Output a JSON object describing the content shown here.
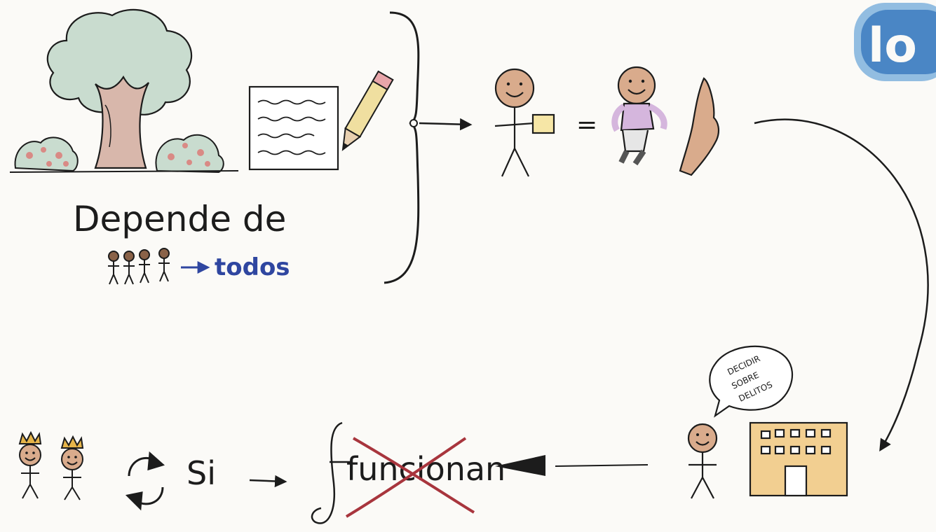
{
  "labels": {
    "depende": "Depende de",
    "todos": "todos",
    "equals": "=",
    "bubble_line1": "DECIDIR",
    "bubble_line2": "SOBRE",
    "bubble_line3": "DELITOS",
    "si": "Si",
    "funcionan": "funcionan",
    "logo": "lo"
  },
  "colors": {
    "ink": "#1c1c1c",
    "tree_foliage": "#c9dccf",
    "tree_trunk": "#d8b7ab",
    "bush_dots": "#d98a85",
    "skin": "#d9ab8c",
    "shirt": "#d5b6dd",
    "paper_yellow": "#f6e6a6",
    "building": "#f2cf91",
    "crown": "#e6b54a",
    "blue_ink": "#2f46a0",
    "cross_red": "#a8353d",
    "logo_blue": "#4a86c5"
  }
}
